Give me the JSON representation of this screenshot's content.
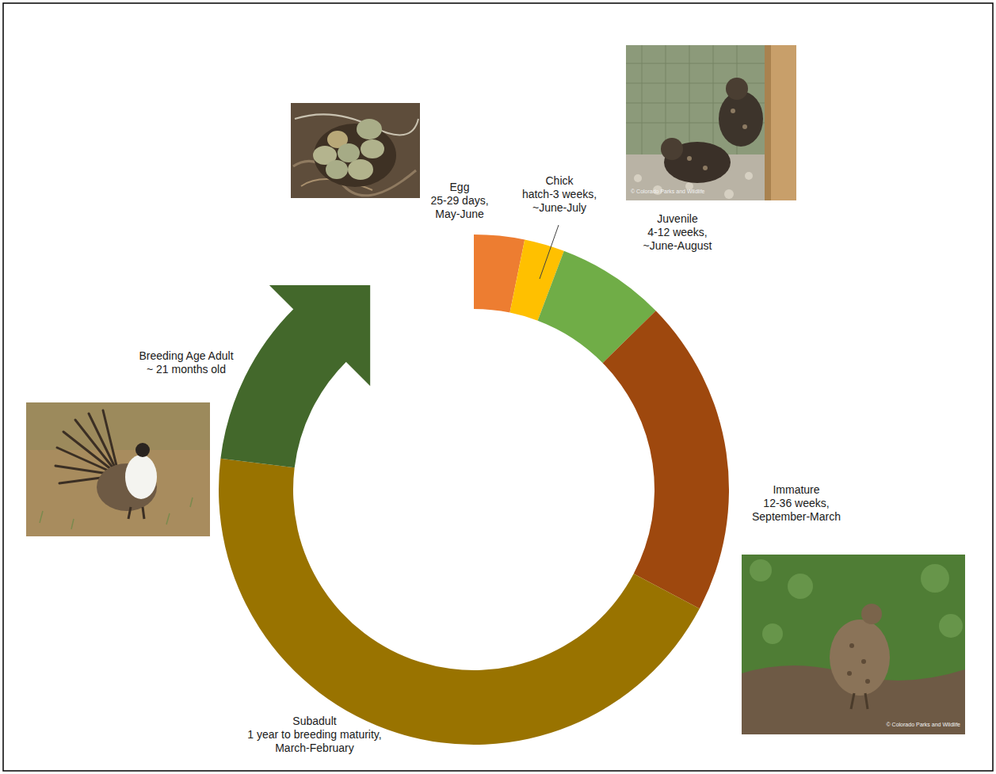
{
  "diagram": {
    "nodes": [
      {
        "text": [
          "Egg",
          "25-29 days, May-June"
        ]
      },
      {
        "text": [
          "Chick",
          "hatch-3 weeks, ~June-July"
        ]
      },
      {
        "text": [
          "Juvenile",
          "4-12 weeks, ~June-August"
        ]
      },
      {
        "text": [
          "Immature",
          "12-36 weeks, September-March"
        ]
      },
      {
        "text": [
          "Subadult",
          "1 year to breeding maturity, March-February"
        ]
      },
      {
        "text": [
          "Breeding Age Adult",
          "~ 21 months old"
        ]
      }
    ],
    "labels": [
      "© Colorado Parks and Wildlife",
      "© Colorado Parks and Wildlife"
    ]
  }
}
